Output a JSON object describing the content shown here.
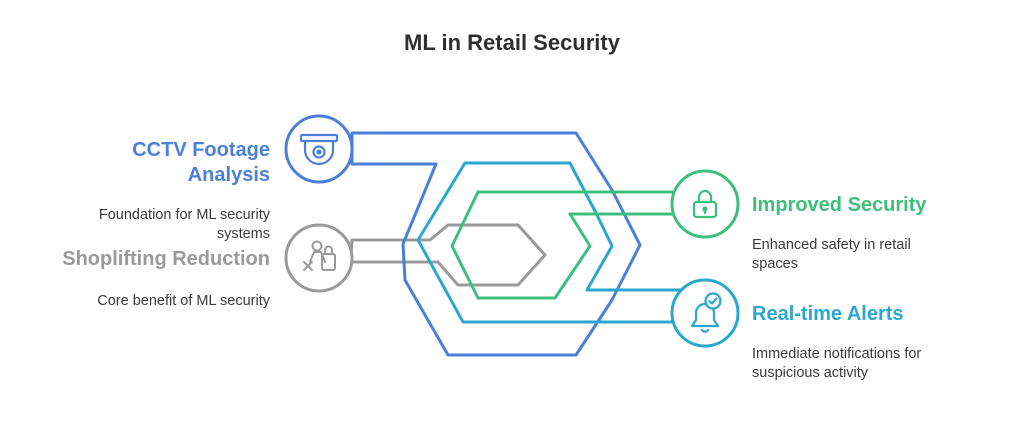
{
  "title": "ML in Retail Security",
  "colors": {
    "cctv": "#4b7fd9",
    "shoplifting": "#9a9a9a",
    "security": "#3cbf7d",
    "alerts": "#2aa7cf",
    "title_text": "#2f2f2f",
    "body_text": "#3a3a3a"
  },
  "nodes": {
    "cctv": {
      "title": "CCTV Footage Analysis",
      "title_line1": "CCTV Footage",
      "title_line2": "Analysis",
      "desc_line1": "Foundation for ML security",
      "desc_line2": "systems",
      "icon": "cctv-camera-icon"
    },
    "shoplifting": {
      "title": "Shoplifting Reduction",
      "desc": "Core benefit of ML security",
      "icon": "shoplifting-icon"
    },
    "security": {
      "title": "Improved Security",
      "desc_line1": "Enhanced safety in retail",
      "desc_line2": "spaces",
      "icon": "lock-icon"
    },
    "alerts": {
      "title": "Real-time Alerts",
      "desc_line1": "Immediate notifications for",
      "desc_line2": "suspicious activity",
      "icon": "bell-check-icon"
    }
  }
}
